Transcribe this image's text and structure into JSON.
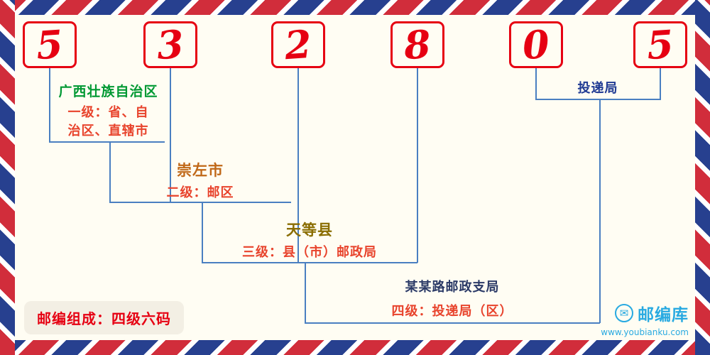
{
  "postal_code": "532805",
  "digits": [
    "5",
    "3",
    "2",
    "8",
    "0",
    "5"
  ],
  "labels": {
    "region": {
      "name": "广西壮族自治区",
      "level_line1": "一级：省、自",
      "level_line2": "治区、直辖市"
    },
    "city": {
      "name": "崇左市",
      "level": "二级：邮区"
    },
    "county": {
      "name": "天等县",
      "level": "三级：县（市）邮政局"
    },
    "branch": {
      "name": "某某路邮政支局",
      "level": "四级：投递局（区）"
    },
    "delivery": {
      "name": "投递局"
    }
  },
  "footer": {
    "composition": "邮编组成：四级六码"
  },
  "logo": {
    "name": "邮编库",
    "url": "www.youbianku.com",
    "icon": "envelope-icon"
  },
  "colors": {
    "digit_red": "#e60012",
    "level_red": "#e8432c",
    "region_green": "#009933",
    "city_orange": "#c06818",
    "county_olive": "#8a6d00",
    "branch_dark": "#2b3a67",
    "delivery_navy": "#1f3a93",
    "connector_blue": "#4a7fc1",
    "logo_blue": "#29aae1",
    "border_red": "#d12d3b",
    "border_blue": "#27408f",
    "background": "#fffdf3"
  }
}
